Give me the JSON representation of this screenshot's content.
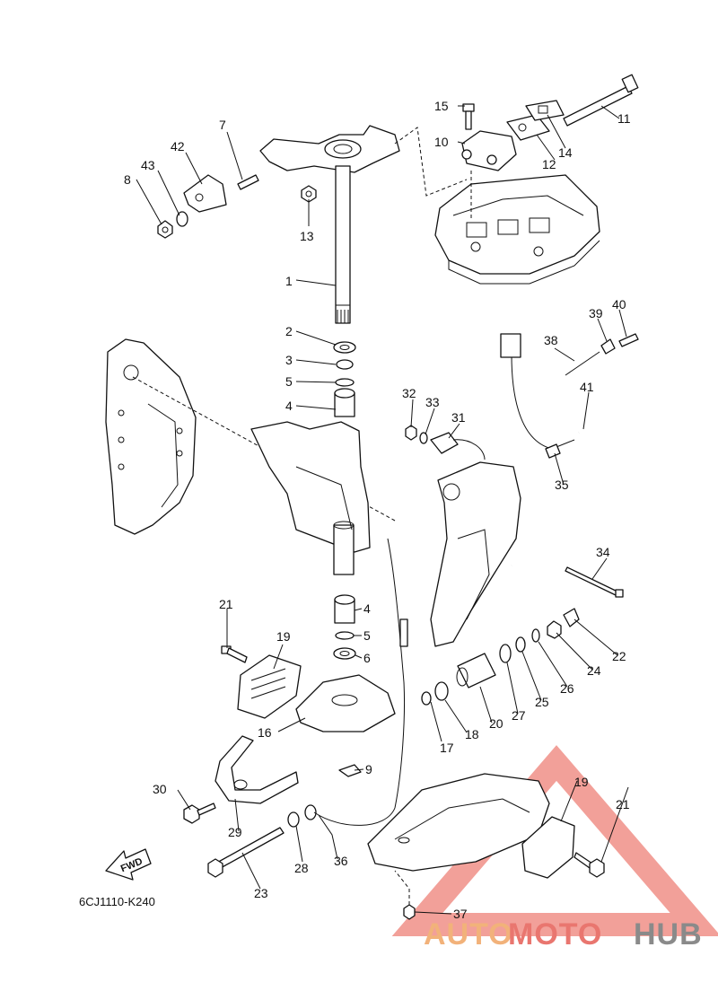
{
  "diagram_code": "6CJ1110-K240",
  "fwd_label": "FWD",
  "watermark": {
    "part1": "AUTO",
    "part2": "MOTO",
    "part3": "HUB",
    "color_red": "#e9766f",
    "color_orange": "#f2b27a",
    "color_gray": "#8a8a8a"
  },
  "callouts": {
    "c1": "1",
    "c2": "2",
    "c3": "3",
    "c4a": "4",
    "c4b": "4",
    "c5a": "5",
    "c5b": "5",
    "c6": "6",
    "c7": "7",
    "c8": "8",
    "c9": "9",
    "c10": "10",
    "c11": "11",
    "c12": "12",
    "c13": "13",
    "c14": "14",
    "c15": "15",
    "c16": "16",
    "c17": "17",
    "c18": "18",
    "c19a": "19",
    "c19b": "19",
    "c20": "20",
    "c21a": "21",
    "c21b": "21",
    "c22": "22",
    "c23": "23",
    "c24": "24",
    "c25": "25",
    "c26": "26",
    "c27": "27",
    "c28": "28",
    "c29": "29",
    "c30": "30",
    "c31": "31",
    "c32": "32",
    "c33": "33",
    "c34": "34",
    "c35": "35",
    "c36": "36",
    "c37": "37",
    "c38": "38",
    "c39": "39",
    "c40": "40",
    "c41": "41",
    "c42": "42",
    "c43": "43"
  }
}
